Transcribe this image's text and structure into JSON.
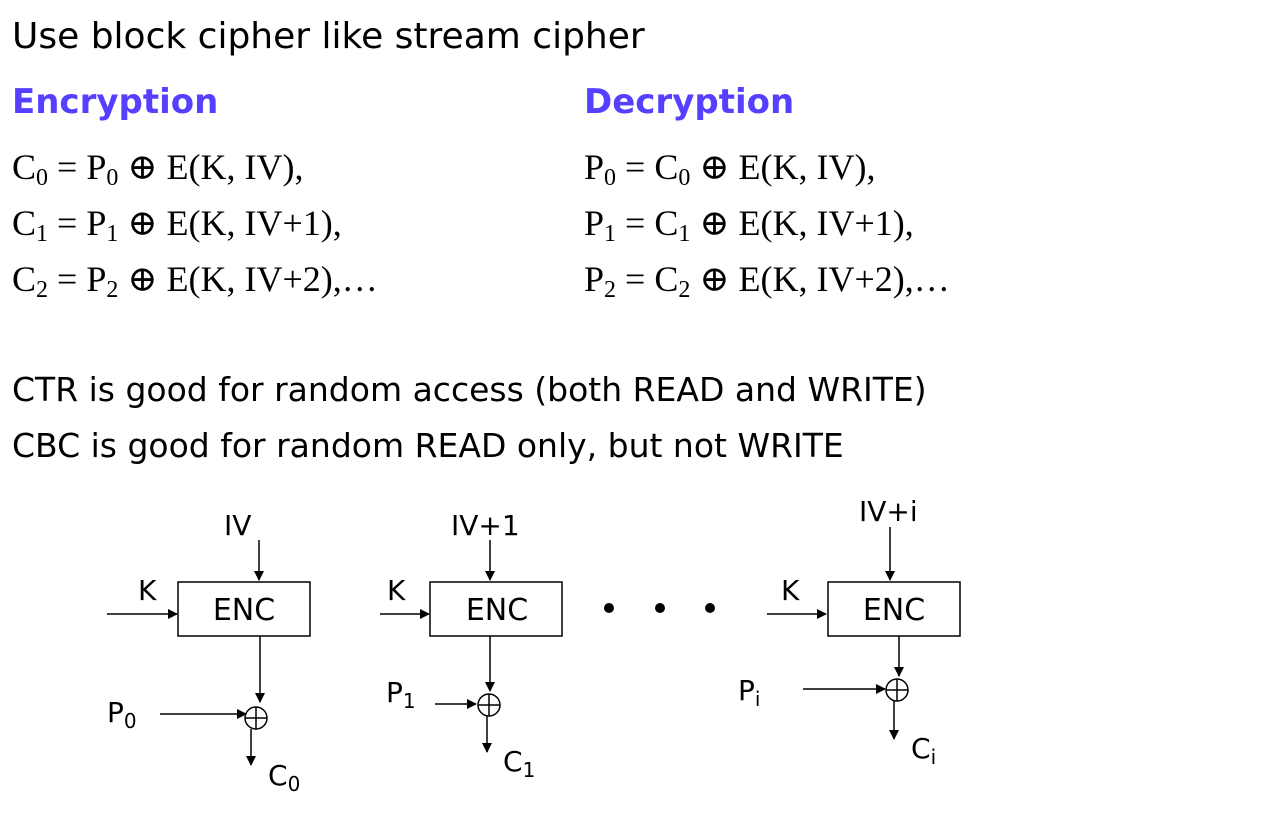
{
  "title": "Use block cipher like stream cipher",
  "encryption": {
    "heading": "Encryption",
    "equations": [
      {
        "lhs": "C",
        "lhs_sub": "0",
        "rhs1": "P",
        "rhs1_sub": "0",
        "rest": " E(K, IV),"
      },
      {
        "lhs": "C",
        "lhs_sub": "1",
        "rhs1": "P",
        "rhs1_sub": "1",
        "rest": " E(K, IV+1),"
      },
      {
        "lhs": "C",
        "lhs_sub": "2",
        "rhs1": "P",
        "rhs1_sub": "2",
        "rest": " E(K, IV+2),…"
      }
    ]
  },
  "decryption": {
    "heading": "Decryption",
    "equations": [
      {
        "lhs": "P",
        "lhs_sub": "0",
        "rhs1": "C",
        "rhs1_sub": "0",
        "rest": " E(K, IV),"
      },
      {
        "lhs": "P",
        "lhs_sub": "1",
        "rhs1": "C",
        "rhs1_sub": "1",
        "rest": " E(K, IV+1),"
      },
      {
        "lhs": "P",
        "lhs_sub": "2",
        "rhs1": "C",
        "rhs1_sub": "2",
        "rest": " E(K, IV+2),…"
      }
    ]
  },
  "symbols": {
    "equals": " = ",
    "xor": " ⊕"
  },
  "notes": [
    "CTR is good for random access (both READ and WRITE)",
    "CBC is good for random READ only, but not WRITE"
  ],
  "diagram": {
    "blocks": [
      {
        "counter": "IV",
        "key": "K",
        "enc": "ENC",
        "plain": "P",
        "plain_sub": "0",
        "cipher": "C",
        "cipher_sub": "0"
      },
      {
        "counter": "IV+1",
        "key": "K",
        "enc": "ENC",
        "plain": "P",
        "plain_sub": "1",
        "cipher": "C",
        "cipher_sub": "1"
      },
      {
        "counter": "IV+i",
        "key": "K",
        "enc": "ENC",
        "plain": "P",
        "plain_sub": "i",
        "cipher": "C",
        "cipher_sub": "i"
      }
    ],
    "ellipsis": "• • •"
  },
  "colors": {
    "heading": "#5540ff",
    "text": "#000000"
  }
}
